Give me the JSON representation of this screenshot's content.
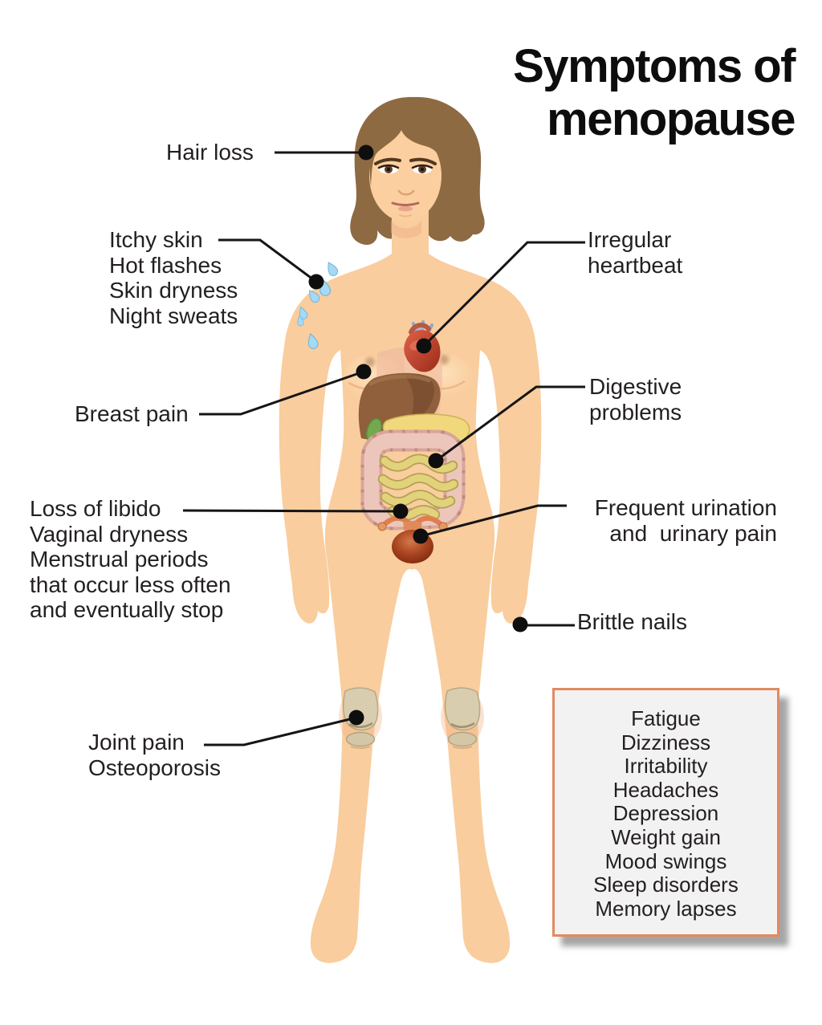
{
  "title": {
    "line1": "Symptoms of",
    "line2": "menopause"
  },
  "labels": {
    "hair_loss": {
      "lines": [
        "Hair loss"
      ]
    },
    "skin": {
      "lines": [
        "Itchy skin",
        "Hot flashes",
        "Skin dryness",
        "Night sweats"
      ]
    },
    "breast_pain": {
      "lines": [
        "Breast pain"
      ]
    },
    "libido": {
      "lines": [
        "Loss of libido",
        "Vaginal dryness",
        "Menstrual periods",
        "that occur less often",
        "and eventually stop"
      ]
    },
    "joint": {
      "lines": [
        "Joint pain",
        "Osteoporosis"
      ]
    },
    "heartbeat": {
      "lines": [
        "Irregular",
        "heartbeat"
      ]
    },
    "digestive": {
      "lines": [
        "Digestive",
        "problems"
      ]
    },
    "urination": {
      "lines": [
        "Frequent urination",
        "and  urinary pain"
      ]
    },
    "brittle_nails": {
      "lines": [
        "Brittle nails"
      ]
    }
  },
  "symptom_box": {
    "items": [
      "Fatigue",
      "Dizziness",
      "Irritability",
      "Headaches",
      "Depression",
      "Weight gain",
      "Mood swings",
      "Sleep disorders",
      "Memory lapses"
    ]
  },
  "colors": {
    "skin": "#F9CD9E",
    "hair": "#8E6A42",
    "box_border": "#E18A60",
    "box_background": "#F3F2F2",
    "leader_line": "#151515",
    "text": "#231F20",
    "heart": "#C94B31",
    "liver": "#905F3C",
    "large_intestine": "#D8A59A",
    "small_intestine": "#E2D27B",
    "bladder": "#A03A1E",
    "sweat_drop": "#A6D9F2"
  }
}
